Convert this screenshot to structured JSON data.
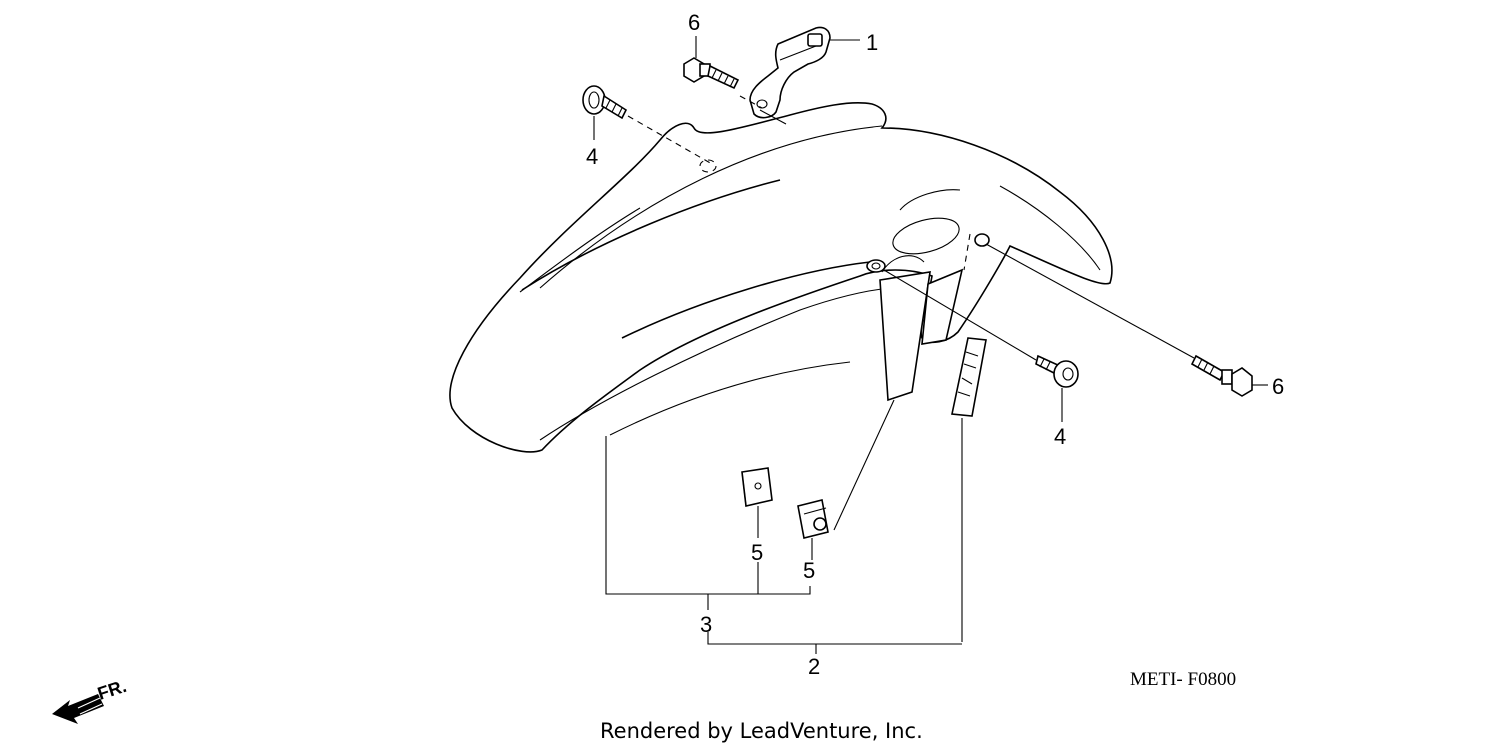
{
  "callouts": {
    "c1": "1",
    "c2": "2",
    "c3": "3",
    "c4a": "4",
    "c4b": "4",
    "c5a": "5",
    "c5b": "5",
    "c6a": "6",
    "c6b": "6"
  },
  "diagram_code": "METI- F0800",
  "credit": "Rendered by LeadVenture, Inc.",
  "direction_label": "FR.",
  "icons": {
    "front": "front-arrow-icon"
  },
  "colors": {
    "ink": "#000000",
    "background": "#ffffff"
  }
}
